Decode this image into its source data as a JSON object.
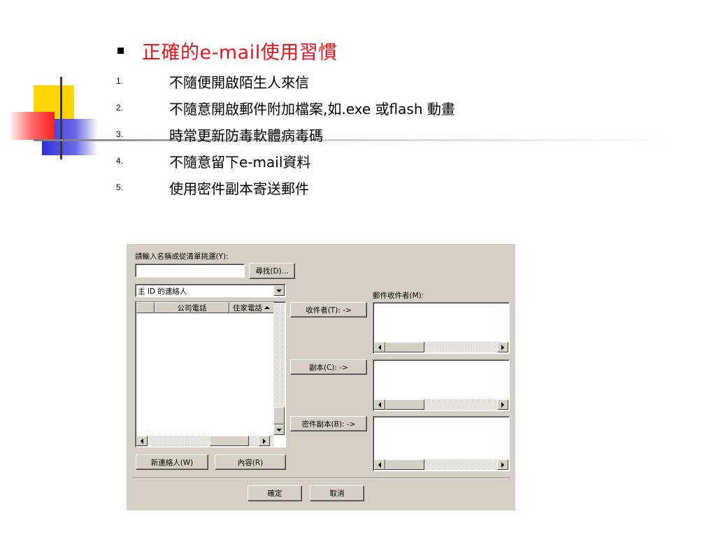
{
  "slide": {
    "title": "正確的e-mail使用習慣",
    "items": [
      {
        "num": "1.",
        "text": "不隨便開啟陌生人來信"
      },
      {
        "num": "2.",
        "text": "不隨意開啟郵件附加檔案,如.exe 或flash 動畫"
      },
      {
        "num": "3.",
        "text": "時常更新防毒軟體病毒碼"
      },
      {
        "num": "4.",
        "text": "不隨意留下e-mail資料"
      },
      {
        "num": "5.",
        "text": "使用密件副本寄送郵件"
      }
    ]
  },
  "dialog": {
    "prompt_label": "請輸入名稱或從清單挑選(Y):",
    "search_value": "",
    "find_button": "尋找(D)...",
    "address_book_selected": "主 ID 的連絡人",
    "columns": [
      "",
      "公司電話",
      "住家電話"
    ],
    "recipients_label": "郵件收件者(M):",
    "to_button": "收件者(T): ->",
    "cc_button": "副本(C): ->",
    "bcc_button": "密件副本(B): ->",
    "new_contact_button": "新連絡人(W)",
    "properties_button": "內容(R)",
    "ok_button": "確定",
    "cancel_button": "取消"
  },
  "colors": {
    "title": "#e8141c",
    "dialog_face": "#d4d0c8",
    "deco_yellow": "#ffd400",
    "deco_blue": "#2f2fd6",
    "deco_red": "#ff2a2a"
  }
}
